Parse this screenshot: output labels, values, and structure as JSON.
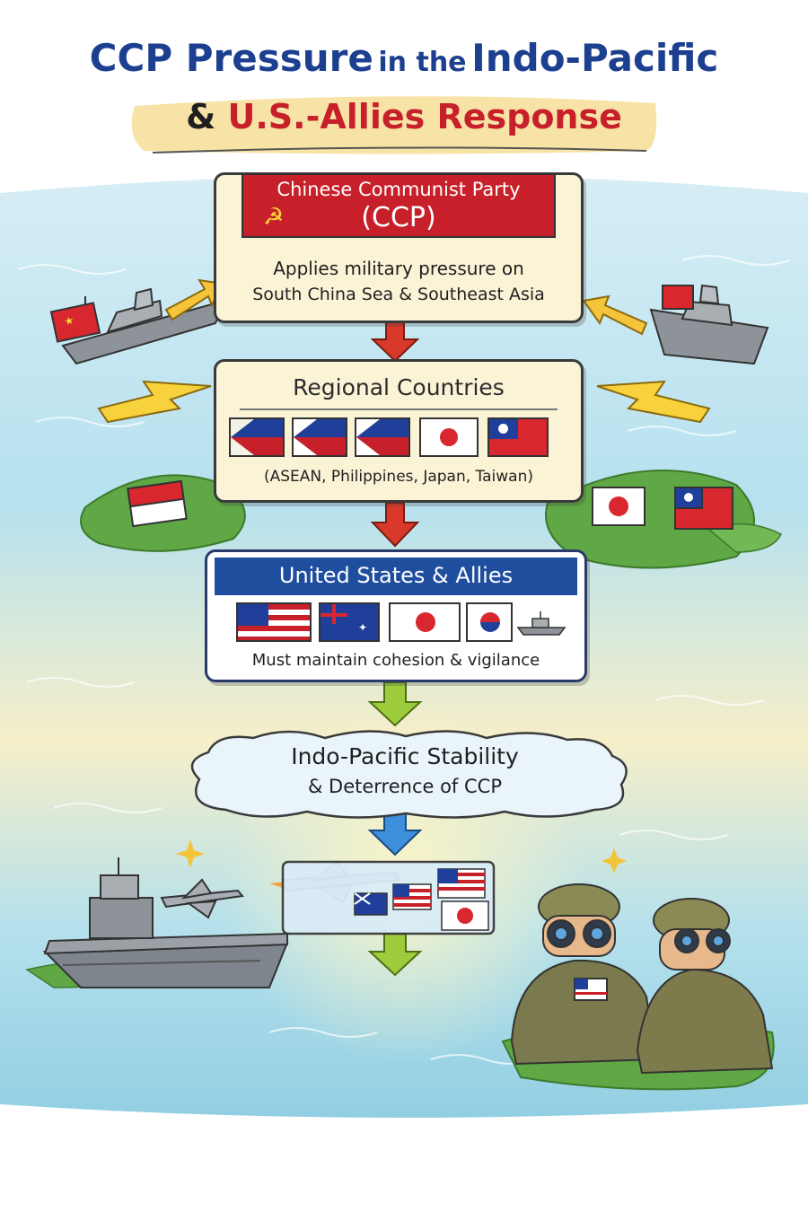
{
  "title": {
    "part1": "CCP Pressure",
    "part2": "in the",
    "part3": "Indo-Pacific",
    "part4": "&",
    "part5": "U.S.-Allies Response"
  },
  "ccp_box": {
    "header_line1": "Chinese Communist Party",
    "header_line2": "(CCP)",
    "body_line1": "Applies military pressure on",
    "body_line2": "South China Sea & Southeast Asia"
  },
  "regional_box": {
    "title": "Regional Countries",
    "caption": "(ASEAN, Philippines, Japan, Taiwan)"
  },
  "allies_box": {
    "title": "United States & Allies",
    "caption": "Must maintain cohesion & vigilance"
  },
  "stability_box": {
    "line1": "Indo-Pacific Stability",
    "line2": "& Deterrence of CCP"
  },
  "colors": {
    "title_blue": "#1c3f8f",
    "title_red": "#c8202b",
    "ccp_red": "#c8202b",
    "allies_blue": "#1f4e9e",
    "arrow_red": "#d8392b",
    "arrow_green": "#9ccc3c",
    "arrow_blue": "#3d8fdc",
    "box_cream": "#fbf3d6",
    "sea": "#8fd0e6",
    "island_green": "#5fa845",
    "camo": "#7a7a4e"
  },
  "icons": [
    "hammer-sickle-icon",
    "warship-icon",
    "fighter-jet-icon",
    "lightning-icon",
    "binoculars-icon",
    "sparkle-icon"
  ]
}
